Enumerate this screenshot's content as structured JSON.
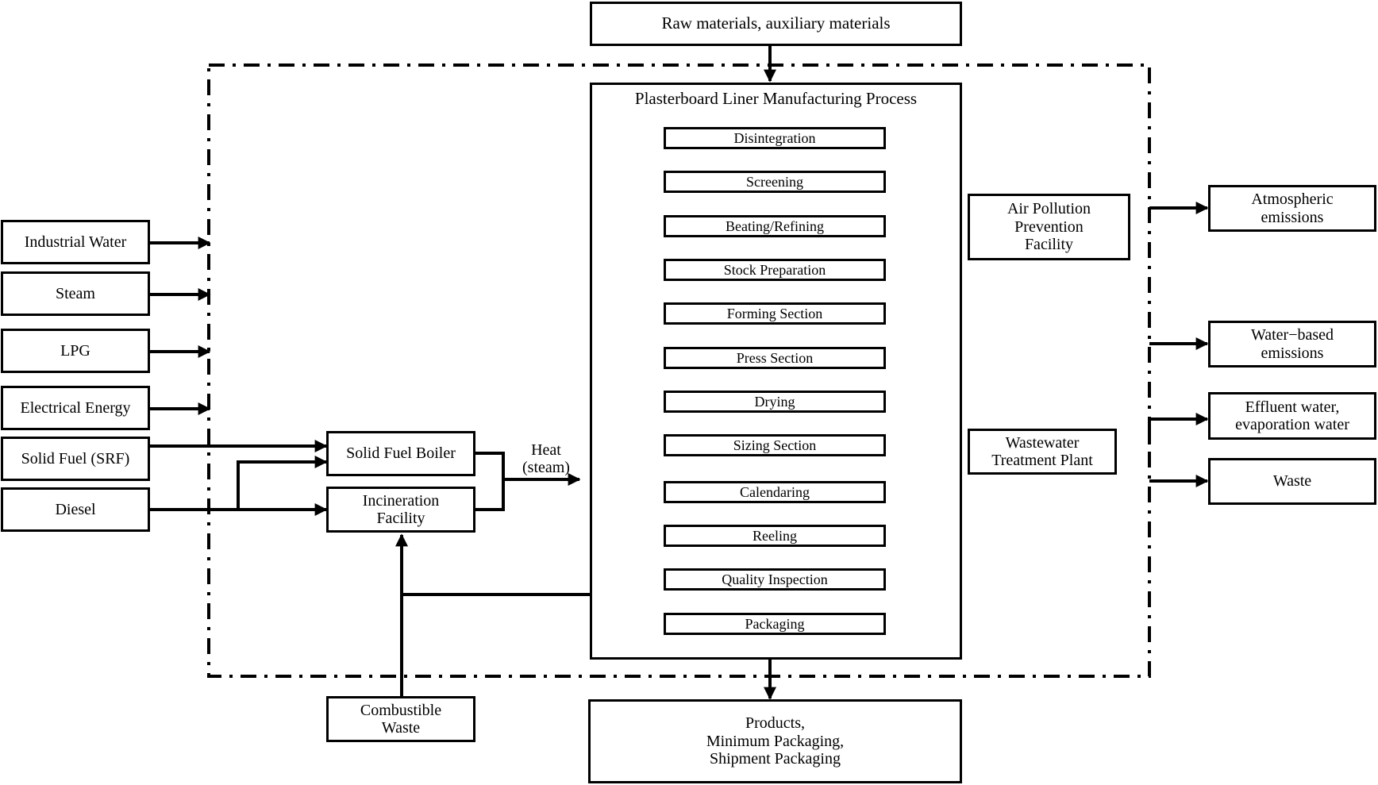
{
  "raw_materials": "Raw materials, auxiliary materials",
  "process_title": "Plasterboard Liner Manufacturing Process",
  "steps": [
    "Disintegration",
    "Screening",
    "Beating/Refining",
    "Stock Preparation",
    "Forming Section",
    "Press Section",
    "Drying",
    "Sizing Section",
    "Calendaring",
    "Reeling",
    "Quality Inspection",
    "Packaging"
  ],
  "inputs": {
    "industrial_water": "Industrial Water",
    "steam": "Steam",
    "lpg": "LPG",
    "electrical_energy": "Electrical Energy",
    "solid_fuel": "Solid Fuel (SRF)",
    "diesel": "Diesel"
  },
  "facilities": {
    "solid_fuel_boiler": "Solid Fuel Boiler",
    "incineration": "Incineration\nFacility",
    "heat": "Heat\n(steam)",
    "air_pollution": "Air Pollution\nPrevention\nFacility",
    "wastewater": "Wastewater\nTreatment Plant",
    "combustible_waste": "Combustible\nWaste"
  },
  "outputs": {
    "atmospheric": "Atmospheric\nemissions",
    "water_based": "Water−based\nemissions",
    "effluent": "Effluent water,\nevaporation water",
    "waste": "Waste",
    "products": "Products,\nMinimum Packaging,\nShipment Packaging"
  }
}
